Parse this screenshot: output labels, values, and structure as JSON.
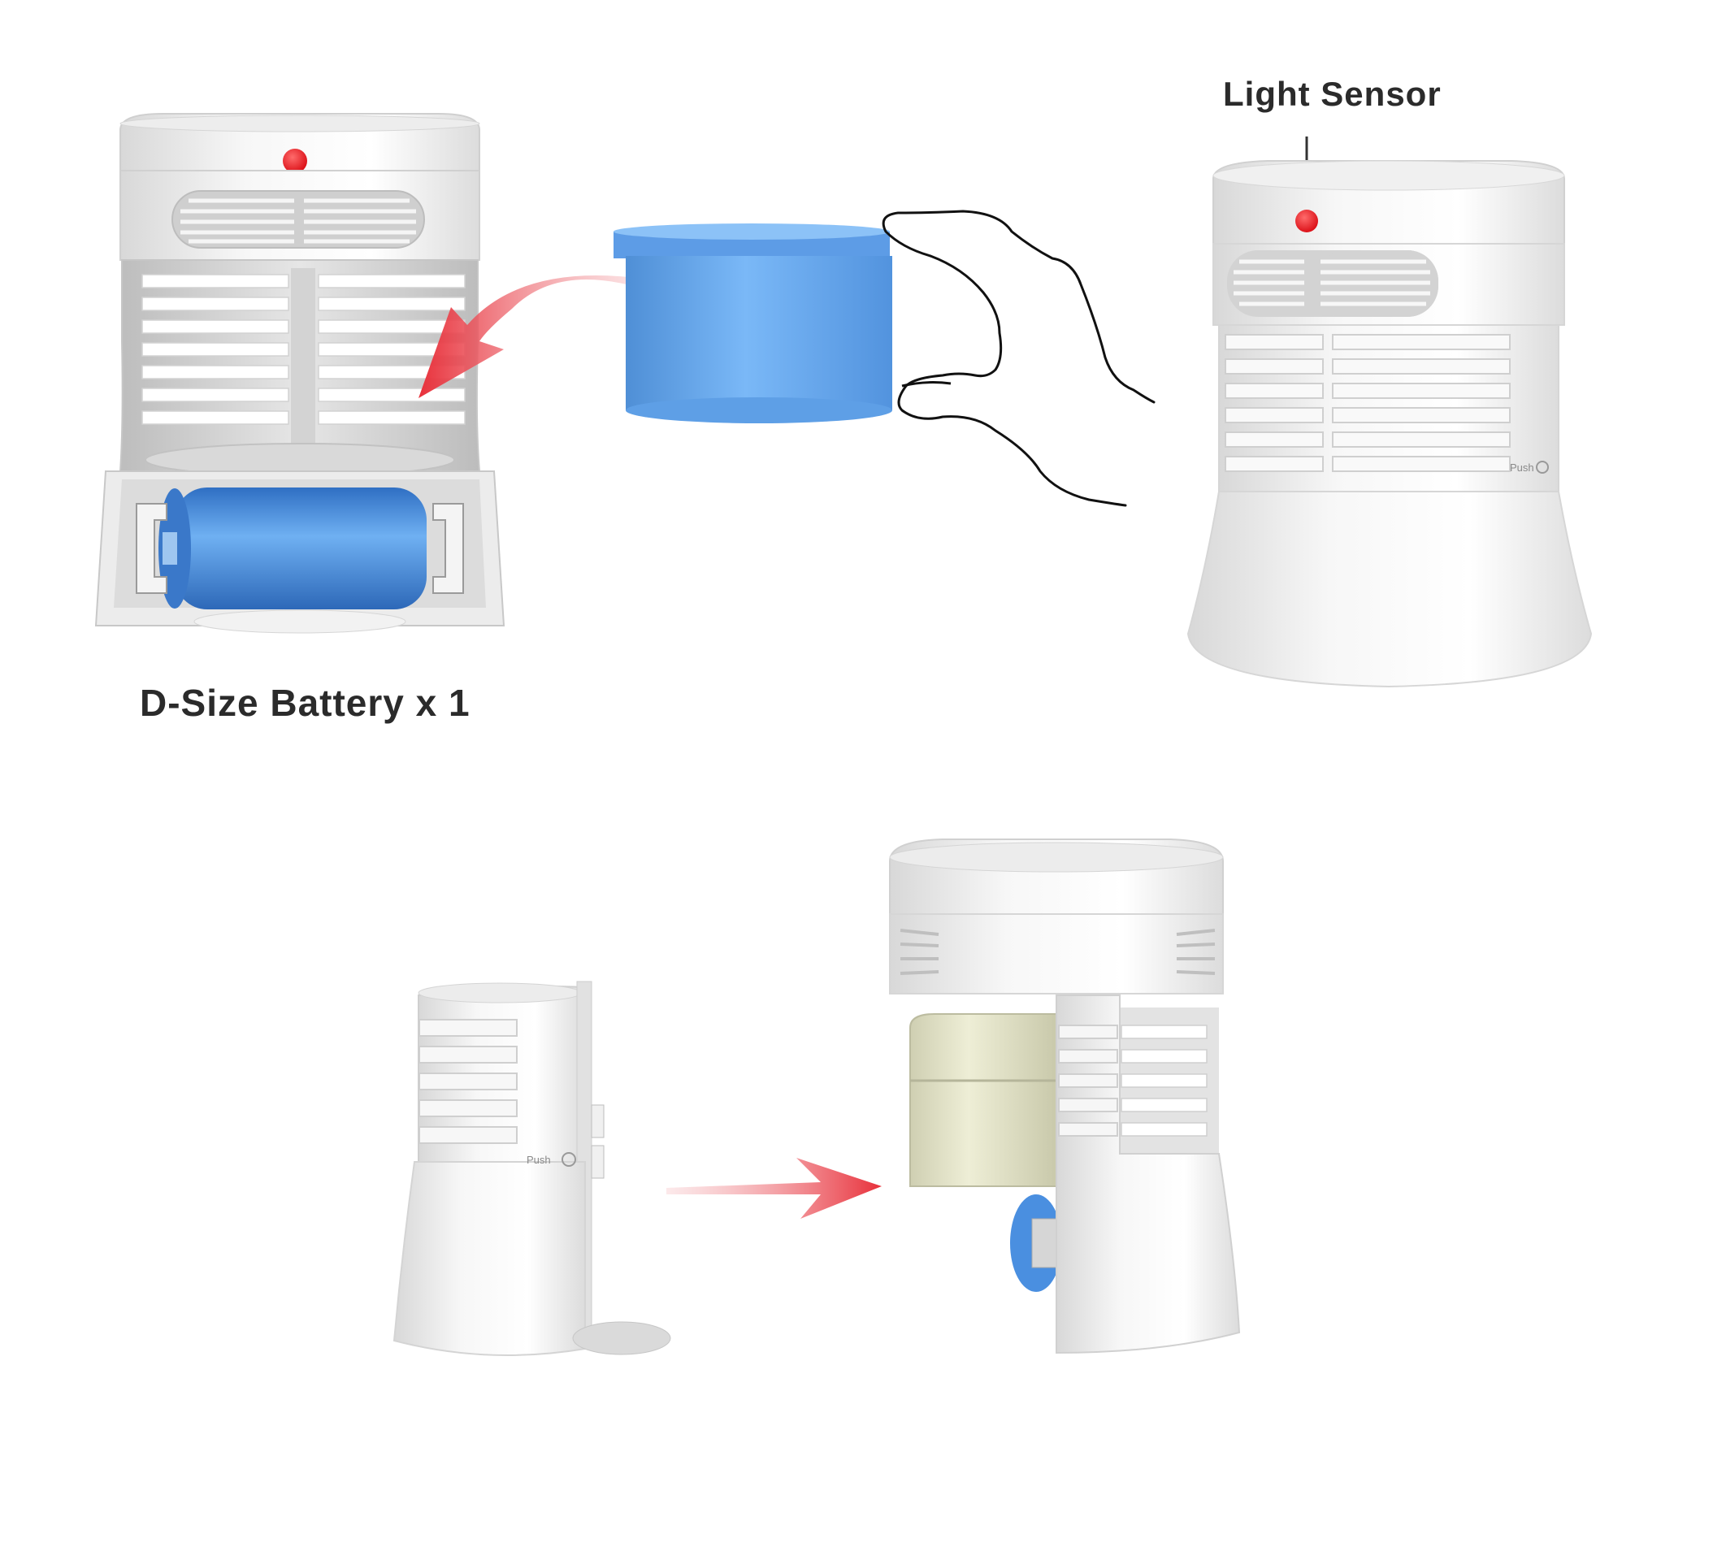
{
  "labels": {
    "light_sensor": "Light Sensor",
    "battery": "D-Size Battery x 1",
    "push": "Push"
  },
  "colors": {
    "sensor_red": "#e8141c",
    "cartridge_blue": "#6aaaf0",
    "battery_blue": "#4a8fe0",
    "arrow_red": "#e8303a",
    "housing_white": "#f2f2f2",
    "refill_cream": "#e6e6cc"
  },
  "icons": [
    "hand-icon",
    "curved-arrow-icon",
    "straight-arrow-icon"
  ]
}
